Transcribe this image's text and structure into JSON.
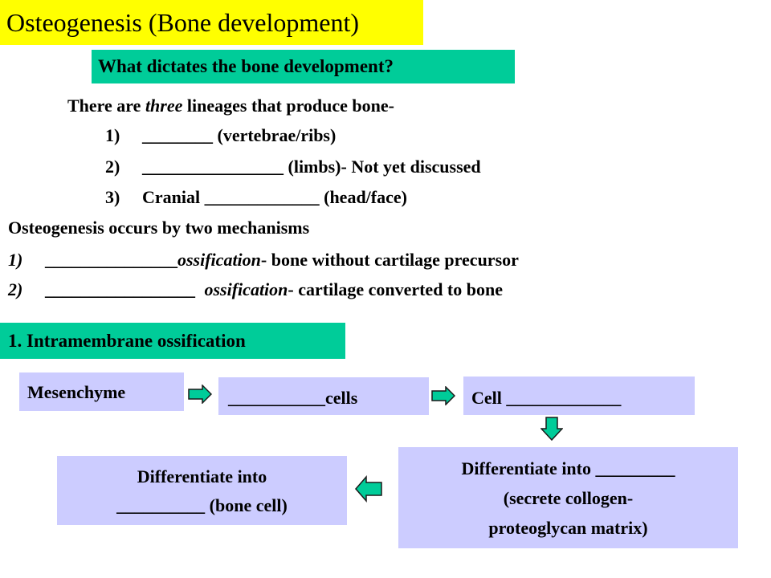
{
  "title": "Osteogenesis  (Bone development)",
  "question": "What dictates the bone development?",
  "lineages": {
    "intro_pre": "There are ",
    "intro_em": "three",
    "intro_post": " lineages that produce bone-",
    "items": [
      {
        "num": "1)",
        "text": "________ (vertebrae/ribs)"
      },
      {
        "num": "2)",
        "text": "________________ (limbs)-  Not yet discussed"
      },
      {
        "num": "3)",
        "text": "Cranial _____________ (head/face)"
      }
    ]
  },
  "mechanisms": {
    "intro": "Osteogenesis occurs by two mechanisms",
    "items": [
      {
        "num": "1)",
        "blank": "_______________",
        "term": "ossification",
        "desc": "- bone without cartilage precursor"
      },
      {
        "num": "2)",
        "blank": "_________________ ",
        "term": "ossification",
        "desc": "- cartilage converted to bone"
      }
    ]
  },
  "section": "1. Intramembrane ossification",
  "flow": {
    "mesenchyme": "Mesenchyme",
    "cells": "___________cells",
    "cell": "Cell _____________",
    "diff_line1": "Differentiate into _________",
    "diff_line2": "(secrete collogen-",
    "diff_line3": "proteoglycan matrix)",
    "bone_line1": "Differentiate into",
    "bone_line2": "__________ (bone cell)"
  },
  "colors": {
    "title_bg": "#ffff00",
    "header_bg": "#00cc99",
    "box_bg": "#ccccff",
    "arrow_fill": "#00cc99"
  }
}
